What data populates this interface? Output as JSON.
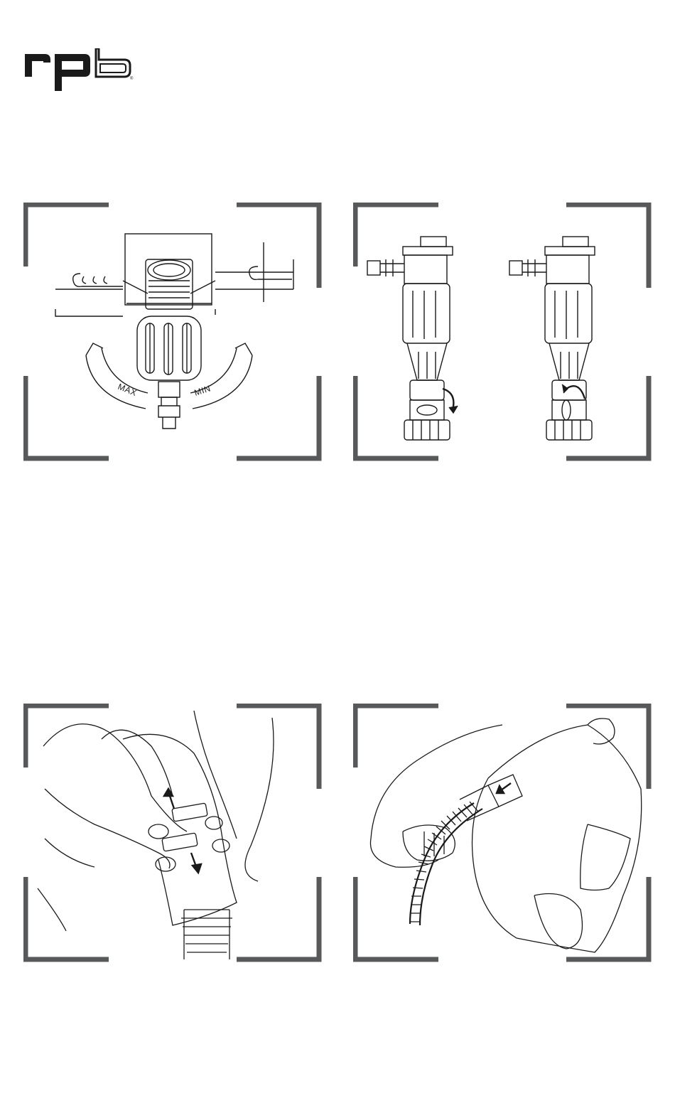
{
  "brand": {
    "logo_text": "rpb",
    "registered_mark": "®"
  },
  "panels": [
    {
      "id": "adjust-flow",
      "labels": {
        "max": "MAX",
        "min": "MIN"
      }
    },
    {
      "id": "valve-positions"
    },
    {
      "id": "cover-fitting"
    },
    {
      "id": "hose-connection"
    }
  ],
  "colors": {
    "frame": "#58595b",
    "line": "#1a1a1a",
    "background": "#ffffff"
  }
}
